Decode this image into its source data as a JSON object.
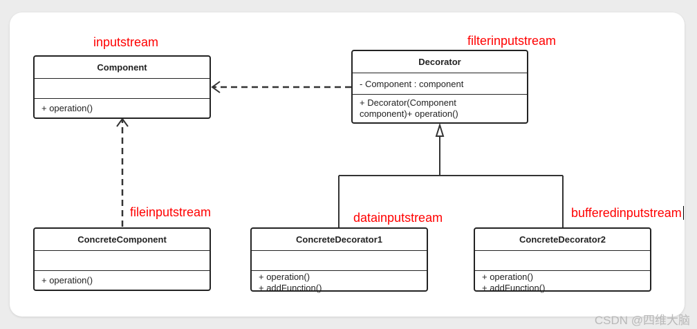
{
  "annotations": {
    "component": "inputstream",
    "decorator": "filterinputstream",
    "concrete_component": "fileinputstream",
    "concrete_decorator1": "datainputstream",
    "concrete_decorator2": "bufferedinputstream"
  },
  "classes": {
    "component": {
      "name": "Component",
      "attribute": "",
      "operations": [
        "+ operation()"
      ]
    },
    "decorator": {
      "name": "Decorator",
      "attribute": "- Component : component",
      "operations": [
        "+ Decorator(Component",
        "component)+ operation()"
      ]
    },
    "concrete_component": {
      "name": "ConcreteComponent",
      "attribute": "",
      "operations": [
        "+ operation()"
      ]
    },
    "concrete_decorator1": {
      "name": "ConcreteDecorator1",
      "attribute": "",
      "operations": [
        "+ operation()",
        "+ addFunction()"
      ]
    },
    "concrete_decorator2": {
      "name": "ConcreteDecorator2",
      "attribute": "",
      "operations": [
        "+ operation()",
        "+ addFunction()"
      ]
    }
  },
  "relations": [
    {
      "from": "Decorator",
      "to": "Component",
      "type": "dependency"
    },
    {
      "from": "ConcreteComponent",
      "to": "Component",
      "type": "dependency"
    },
    {
      "from": "ConcreteDecorator1",
      "to": "Decorator",
      "type": "generalization"
    },
    {
      "from": "ConcreteDecorator2",
      "to": "Decorator",
      "type": "generalization"
    }
  ],
  "watermark": "CSDN @四维大脑",
  "colors": {
    "annotation": "#ff0000",
    "line": "#333333",
    "border": "#222222"
  }
}
